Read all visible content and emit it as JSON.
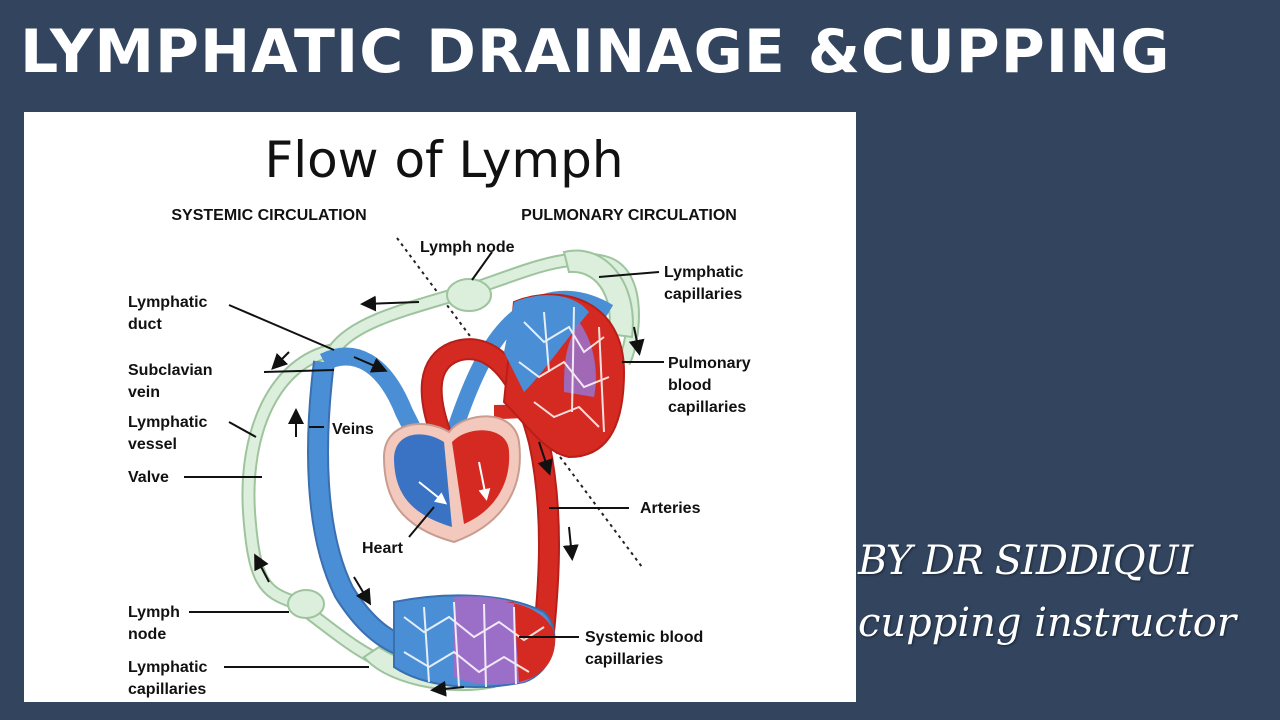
{
  "page": {
    "title": "LYMPHATIC DRAINAGE &CUPPING",
    "byline_1": "BY DR SIDDIQUI",
    "byline_2": "cupping instructor"
  },
  "diagram": {
    "title": "Flow of Lymph",
    "systemic_header": "SYSTEMIC CIRCULATION",
    "pulmonary_header": "PULMONARY CIRCULATION",
    "labels": {
      "lymph_node_top": "Lymph node",
      "lymphatic_capillaries_top_1": "Lymphatic",
      "lymphatic_capillaries_top_2": "capillaries",
      "lymphatic_duct_1": "Lymphatic",
      "lymphatic_duct_2": "duct",
      "subclavian_vein_1": "Subclavian",
      "subclavian_vein_2": "vein",
      "lymphatic_vessel_1": "Lymphatic",
      "lymphatic_vessel_2": "vessel",
      "valve": "Valve",
      "veins": "Veins",
      "heart": "Heart",
      "pulmonary_blood_capillaries_1": "Pulmonary",
      "pulmonary_blood_capillaries_2": "blood",
      "pulmonary_blood_capillaries_3": "capillaries",
      "arteries": "Arteries",
      "lymph_node_bottom_1": "Lymph",
      "lymph_node_bottom_2": "node",
      "systemic_blood_capillaries_1": "Systemic blood",
      "systemic_blood_capillaries_2": "capillaries",
      "lymphatic_capillaries_bottom_1": "Lymphatic",
      "lymphatic_capillaries_bottom_2": "capillaries"
    },
    "colors": {
      "lymph": "#dcefdc",
      "lymph_stroke": "#9ec49e",
      "vein": "#4a8fd6",
      "artery": "#d42a22",
      "capillary_mix": "#9b6fc7",
      "heart_outer": "#f4c9bd"
    }
  }
}
